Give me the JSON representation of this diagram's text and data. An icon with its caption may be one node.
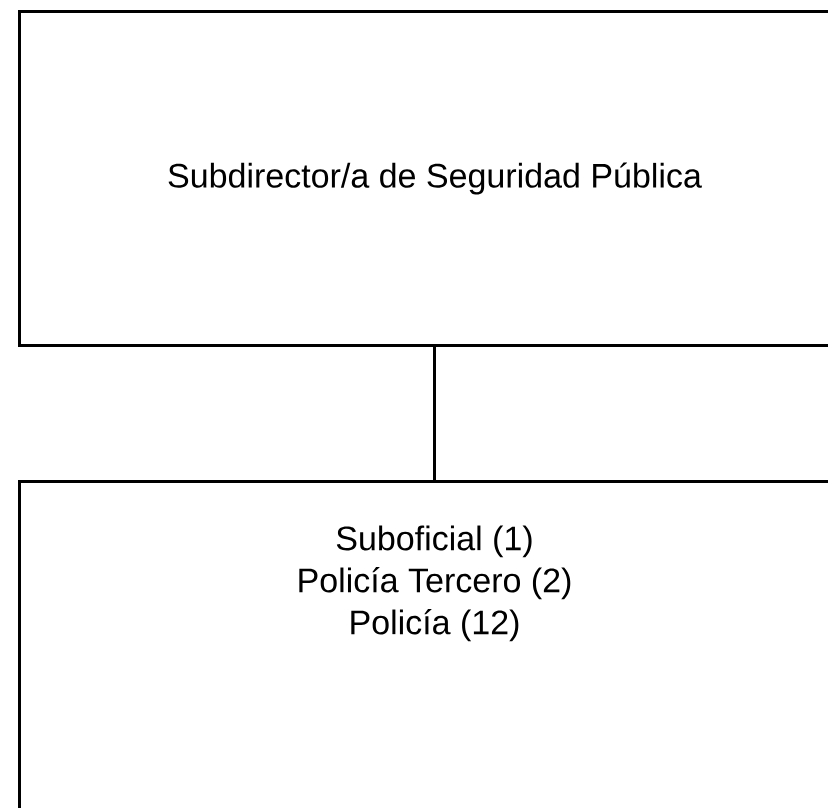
{
  "diagram": {
    "nodes": [
      {
        "text": [
          "Subdirector/a de Seguridad Pública"
        ]
      },
      {
        "text": [
          "Suboficial (1)",
          "Policía Tercero (2)",
          "Policía (12)"
        ]
      }
    ],
    "edges": [
      {
        "from": 0,
        "to": 1,
        "arrow": "none"
      }
    ]
  }
}
